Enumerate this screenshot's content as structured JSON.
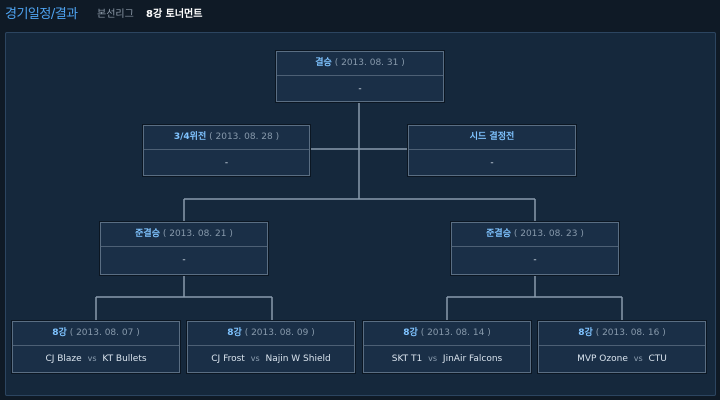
{
  "header": {
    "title": "경기일정/결과",
    "tabs": [
      {
        "label": "본선리그",
        "active": false
      },
      {
        "label": "8강 토너먼트",
        "active": true
      }
    ]
  },
  "bracket": {
    "final": {
      "stage": "결승",
      "date": "( 2013. 08. 31 )",
      "result": "-"
    },
    "third_place": {
      "stage": "3/4위전",
      "date": "( 2013. 08. 28 )",
      "result": "-"
    },
    "seed_decider": {
      "stage": "시드 결정전",
      "date": "",
      "result": "-"
    },
    "semifinals": [
      {
        "stage": "준결승",
        "date": "( 2013. 08. 21 )",
        "result": "-"
      },
      {
        "stage": "준결승",
        "date": "( 2013. 08. 23 )",
        "result": "-"
      }
    ],
    "quarterfinals": [
      {
        "stage": "8강",
        "date": "( 2013. 08. 07 )",
        "team1": "CJ Blaze",
        "vs": "vs",
        "team2": "KT Bullets"
      },
      {
        "stage": "8강",
        "date": "( 2013. 08. 09 )",
        "team1": "CJ Frost",
        "vs": "vs",
        "team2": "Najin W Shield"
      },
      {
        "stage": "8강",
        "date": "( 2013. 08. 14 )",
        "team1": "SKT T1",
        "vs": "vs",
        "team2": "JinAir Falcons"
      },
      {
        "stage": "8강",
        "date": "( 2013. 08. 16 )",
        "team1": "MVP Ozone",
        "vs": "vs",
        "team2": "CTU"
      }
    ]
  },
  "colors": {
    "background": "#0f1a26",
    "panel": "#15283c",
    "box": "#1a2f47",
    "accent": "#4ea3f0",
    "stage_text": "#7fc3ff",
    "connector": "#8a9bad"
  }
}
